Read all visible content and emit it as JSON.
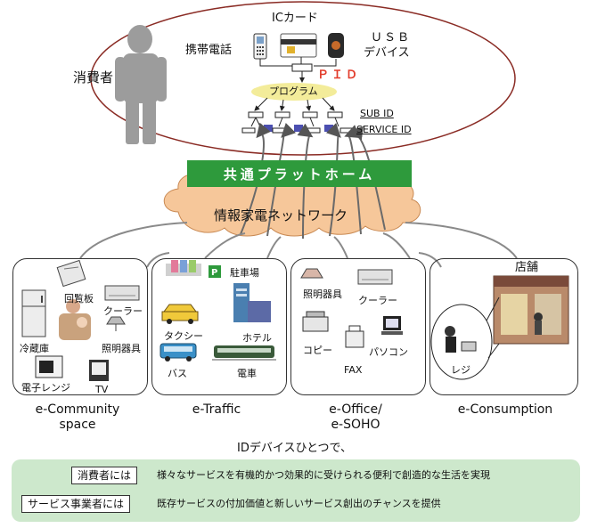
{
  "consumer_area": {
    "consumer_label": "消費者",
    "ic_card": "ICカード",
    "mobile_phone": "携帯電話",
    "usb_device_line1": "ＵＳＢ",
    "usb_device_line2": "デバイス",
    "pid": "ＰＩＤ",
    "program": "プログラム",
    "sub_id": "SUB ID",
    "service_id": "SERVICE ID"
  },
  "platform": {
    "label": "共通プラットホーム",
    "network": "情報家電ネットワーク"
  },
  "panels": {
    "community": {
      "title_line1": "e-Community",
      "title_line2": "space",
      "items": {
        "kairanban": "回覧板",
        "refrigerator": "冷蔵庫",
        "cooler": "クーラー",
        "lighting": "照明器具",
        "microwave": "電子レンジ",
        "tv": "TV"
      }
    },
    "traffic": {
      "title_line1": "e-Traffic",
      "items": {
        "parking": "駐車場",
        "taxi": "タクシー",
        "hotel": "ホテル",
        "bus": "バス",
        "train": "電車"
      }
    },
    "office": {
      "title_line1": "e-Office/",
      "title_line2": "e-SOHO",
      "items": {
        "lighting": "照明器具",
        "cooler": "クーラー",
        "copy": "コピー",
        "pc": "パソコン",
        "fax": "FAX"
      }
    },
    "consumption": {
      "title_line1": "e-Consumption",
      "items": {
        "store": "店舗",
        "register": "レジ"
      }
    }
  },
  "summary": {
    "heading": "IDデバイスひとつで、",
    "rows": [
      {
        "label": "消費者には",
        "text": "様々なサービスを有機的かつ効果的に受けられる便利で創造的な生活を実現"
      },
      {
        "label": "サービス事業者には",
        "text": "既存サービスの付加価値と新しいサービス創出のチャンスを提供"
      }
    ]
  },
  "colors": {
    "platform_green": "#2e9a3c",
    "cloud_orange": "#f6c79a",
    "summary_green": "#cde8cc",
    "pid_red": "#e23b2a",
    "program_yellow": "#f3ec9a",
    "ellipse_red": "#8a2b24"
  }
}
